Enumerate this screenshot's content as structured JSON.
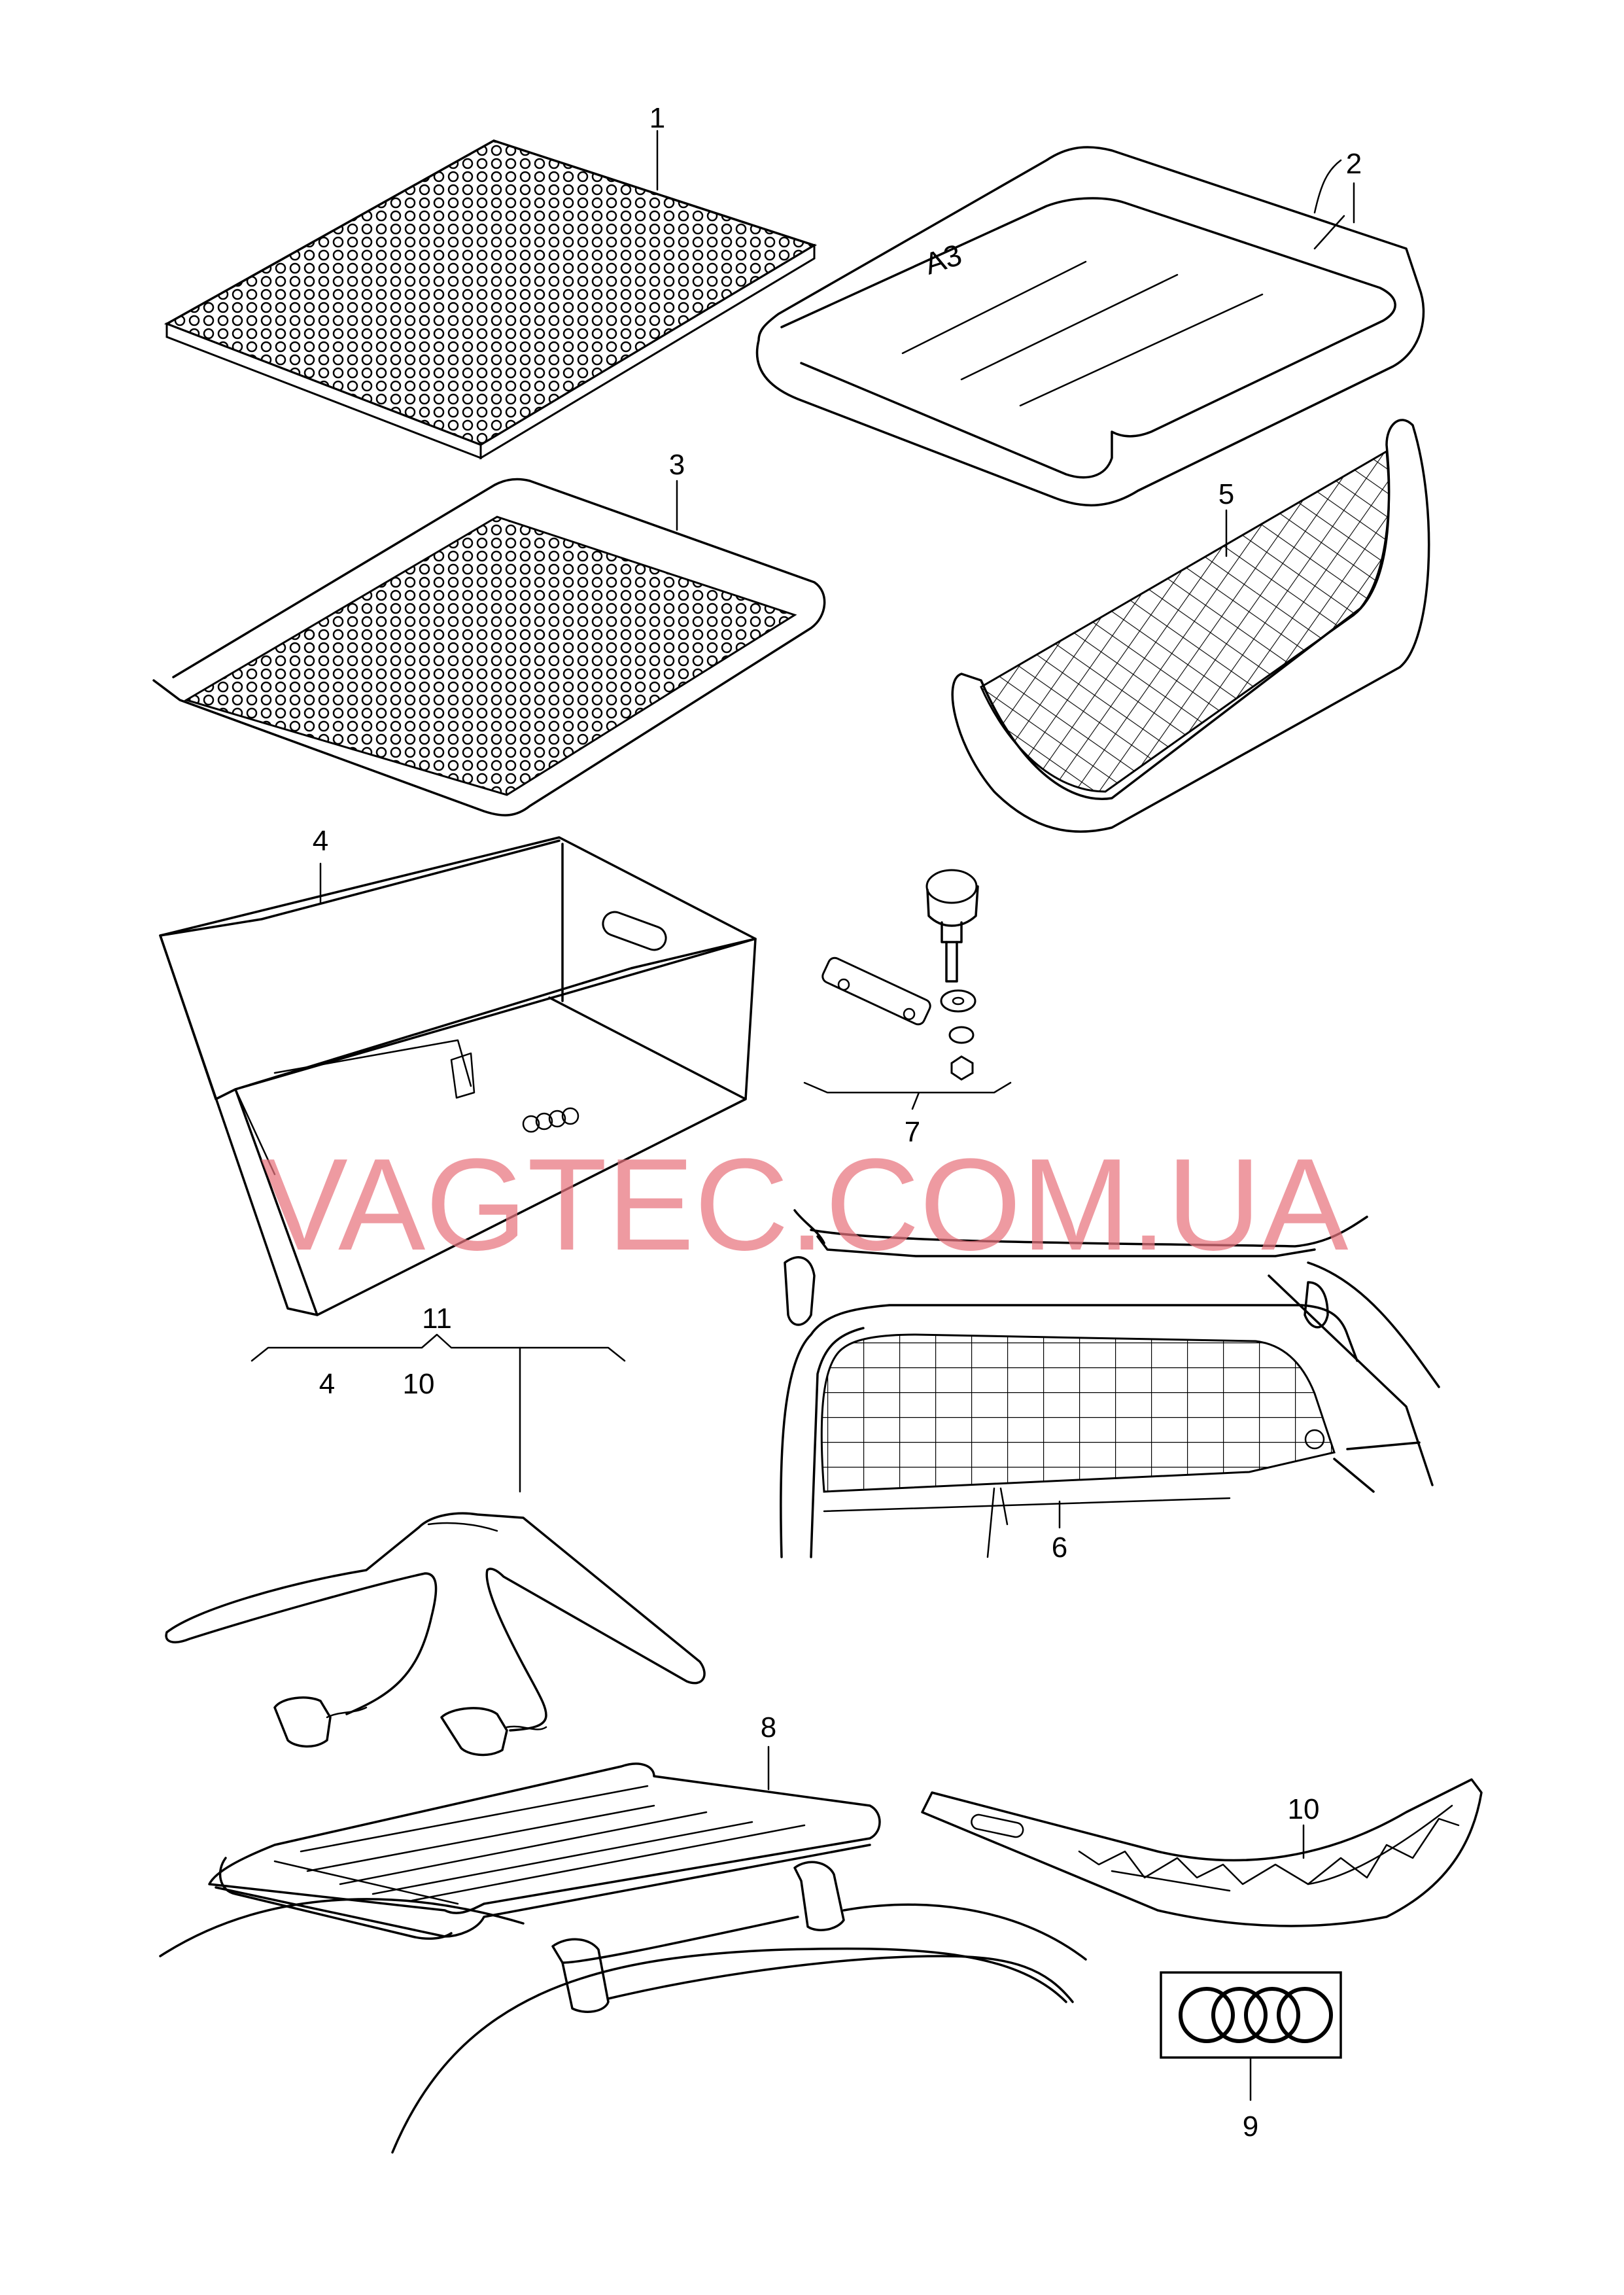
{
  "watermark": "VAGTEC.COM.UA",
  "callouts": {
    "p1": "1",
    "p2": "2",
    "p3": "3",
    "p4": "4",
    "p5": "5",
    "p6": "6",
    "p7": "7",
    "p8": "8",
    "p9": "9",
    "p10": "10",
    "p11": "11",
    "p11_sub_a": "4",
    "p11_sub_b": "10"
  },
  "tray_marking": "A3"
}
